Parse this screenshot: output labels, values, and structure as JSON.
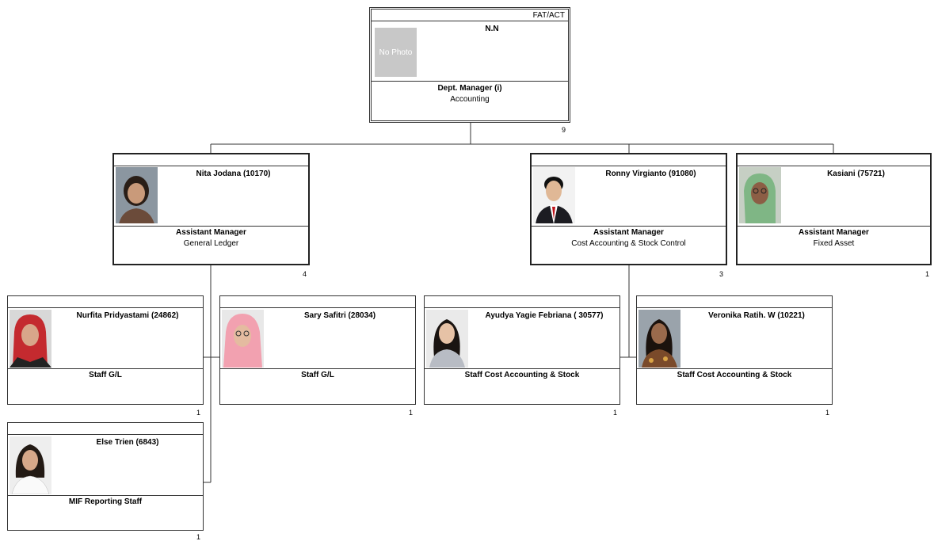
{
  "top": {
    "org_code": "FAT/ACT",
    "name": "N.N",
    "photo_label": "No Photo",
    "title": "Dept. Manager (i)",
    "unit": "Accounting",
    "count": "9"
  },
  "managers": [
    {
      "name": "Nita Jodana (10170)",
      "title": "Assistant Manager",
      "unit": "General Ledger",
      "count": "4",
      "photo": "woman-short-hair-avatar"
    },
    {
      "name": "Ronny Virgianto (91080)",
      "title": "Assistant Manager",
      "unit": "Cost Accounting & Stock Control",
      "count": "3",
      "photo": "man-suit-avatar"
    },
    {
      "name": "Kasiani (75721)",
      "title": "Assistant Manager",
      "unit": "Fixed Asset",
      "count": "1",
      "photo": "woman-hijab-green-avatar"
    }
  ],
  "staff": [
    {
      "name": "Nurfita Pridyastami (24862)",
      "title": "Staff G/L",
      "count": "1",
      "photo": "woman-hijab-red-avatar"
    },
    {
      "name": "Sary Safitri (28034)",
      "title": "Staff G/L",
      "count": "1",
      "photo": "woman-hijab-pink-avatar"
    },
    {
      "name": "Ayudya Yagie Febriana ( 30577)",
      "title": "Staff Cost Accounting & Stock",
      "count": "1",
      "photo": "woman-long-hair-avatar"
    },
    {
      "name": "Veronika Ratih. W (10221)",
      "title": "Staff Cost Accounting & Stock",
      "count": "1",
      "photo": "woman-batik-avatar"
    },
    {
      "name": "Else Trien (6843)",
      "title": "MIF Reporting Staff",
      "count": "1",
      "photo": "woman-white-blouse-avatar"
    }
  ]
}
